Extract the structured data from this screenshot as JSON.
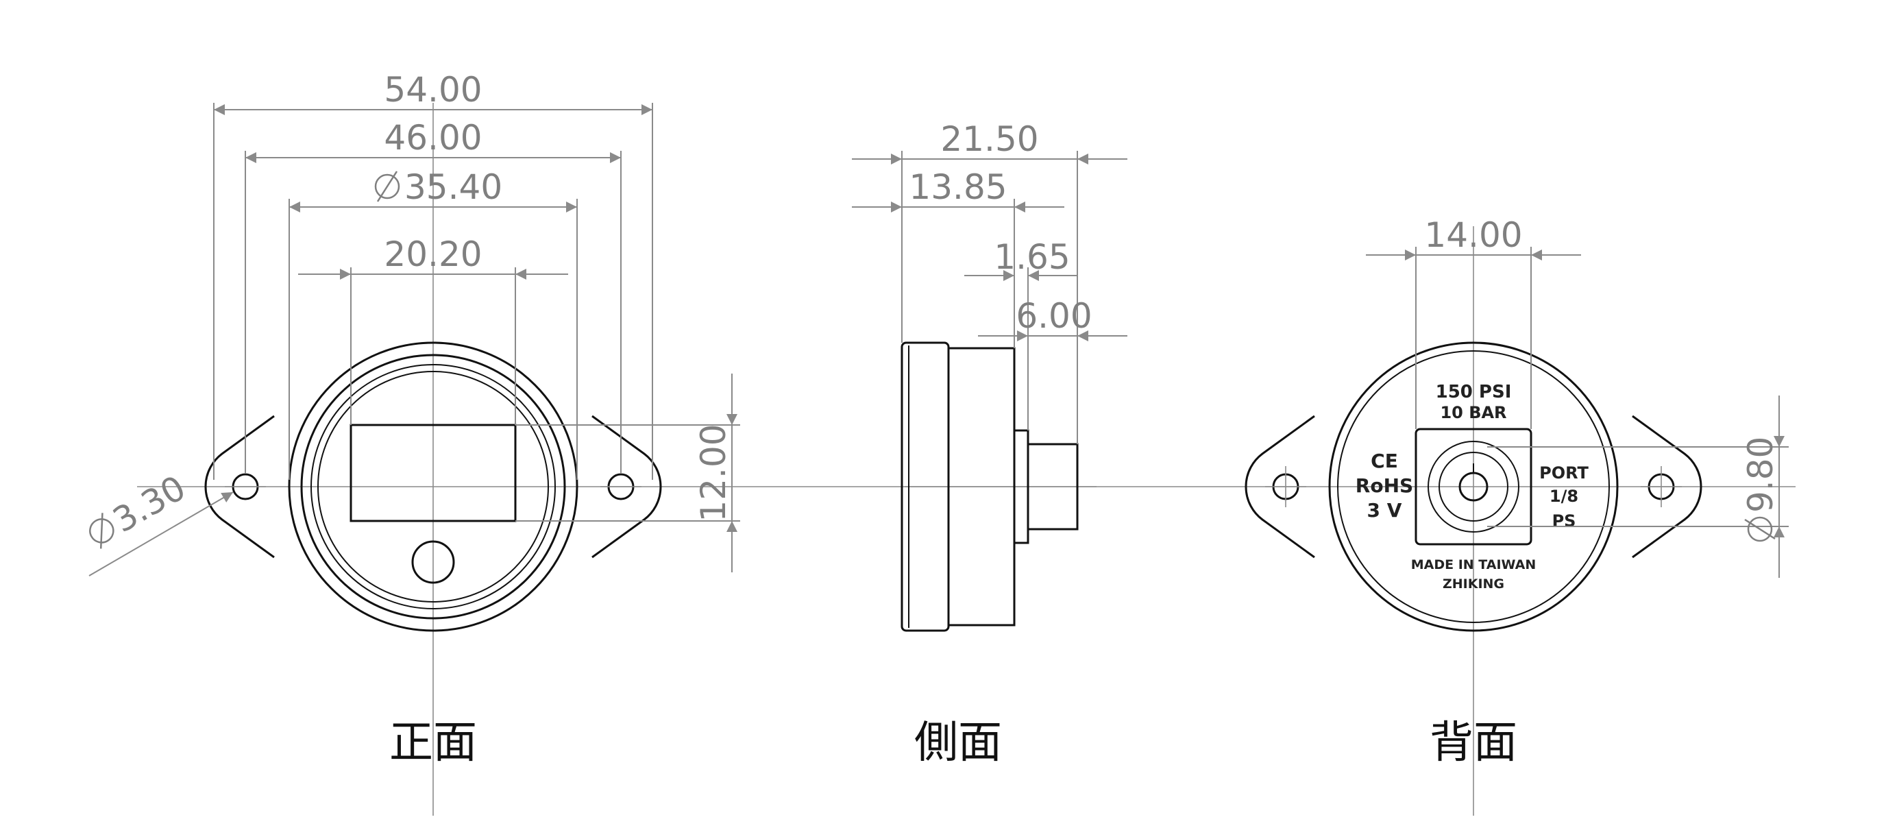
{
  "views": {
    "front": "正面",
    "side": "側面",
    "back": "背面"
  },
  "dimensions": {
    "front_overall_width": "54.00",
    "front_hole_spacing": "46.00",
    "front_body_diameter": "35.40",
    "front_display_width": "20.20",
    "front_display_height": "12.00",
    "front_hole_diameter": "3.30",
    "side_overall_depth": "21.50",
    "side_body_depth": "13.85",
    "side_step": "1.65",
    "side_port_length": "6.00",
    "back_port_width": "14.00",
    "back_port_diameter": "9.80"
  },
  "back_markings": {
    "pressure_psi": "150 PSI",
    "pressure_bar": "10 BAR",
    "ce": "CE",
    "rohs": "RoHS",
    "voltage": "3 V",
    "port": "PORT",
    "port_size": "1/8",
    "port_thread": "PS",
    "origin": "MADE IN TAIWAN",
    "brand": "ZHIKING"
  },
  "colors": {
    "outline": "#111111",
    "dimension": "#8a8a8a"
  }
}
